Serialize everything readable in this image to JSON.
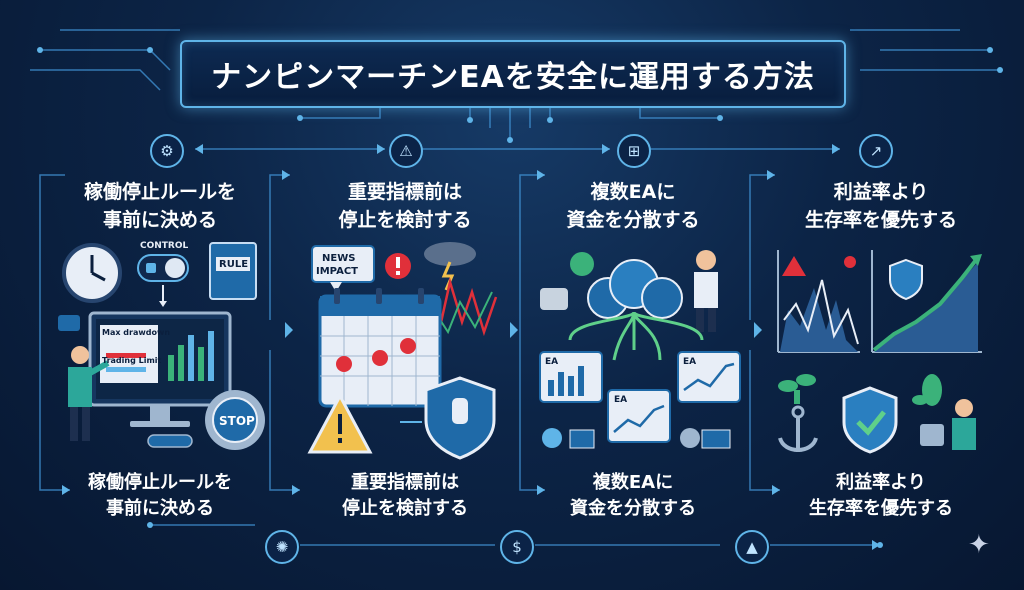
{
  "title": "ナンピンマーチンEAを安全に運用する方法",
  "columns": [
    {
      "head_line1": "稼働停止ルールを",
      "head_line2": "事前に決める",
      "foot_line1": "稼働停止ルールを",
      "foot_line2": "事前に決める",
      "control_label": "CONTROL",
      "rule_label": "RULE",
      "max_drawdown_label": "Max drawdown",
      "trading_limit_label": "Trading Limit",
      "stop_label": "STOP",
      "top_icon": "gear-dollar-icon"
    },
    {
      "head_line1": "重要指標前は",
      "head_line2": "停止を検討する",
      "foot_line1": "重要指標前は",
      "foot_line2": "停止を検討する",
      "news_line1": "NEWS",
      "news_line2": "IMPACT",
      "top_icon": "warning-icon"
    },
    {
      "head_line1": "複数EAに",
      "head_line2": "資金を分散する",
      "foot_line1": "複数EAに",
      "foot_line2": "資金を分散する",
      "ea_label": "EA",
      "top_icon": "network-icon"
    },
    {
      "head_line1": "利益率より",
      "head_line2": "生存率を優先する",
      "foot_line1": "利益率より",
      "foot_line2": "生存率を優先する",
      "top_icon": "growth-chart-icon"
    }
  ],
  "colors": {
    "accent": "#5fb4e8",
    "alert_red": "#e0303a",
    "money_green": "#3bb27a",
    "panel_blue": "#1d5fa8",
    "background": "#0c2446"
  }
}
